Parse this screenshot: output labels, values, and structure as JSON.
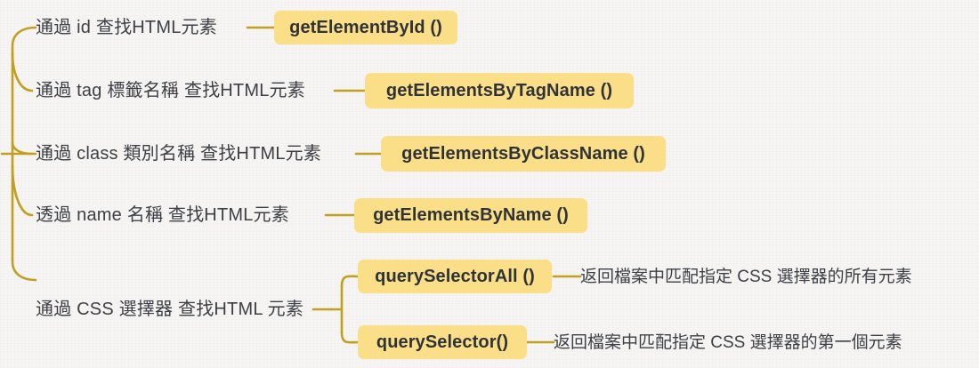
{
  "diagram": {
    "title_semantic": "javascript-dom-element-selection-methods",
    "colors": {
      "background": "#f6f5f3",
      "connector": "#c2a01f",
      "badge_fill": "#fbdf88",
      "text": "#3c3f44",
      "badge_text": "#2f3338"
    },
    "branches": [
      {
        "label": "通過 id 查找HTML元素",
        "method": "getElementById ()",
        "description": ""
      },
      {
        "label": "通過 tag 標籤名稱 查找HTML元素",
        "method": "getElementsByTagName ()",
        "description": ""
      },
      {
        "label": "通過 class 類別名稱 查找HTML元素",
        "method": "getElementsByClassName ()",
        "description": ""
      },
      {
        "label": "透過 name 名稱 查找HTML元素",
        "method": "getElementsByName ()",
        "description": ""
      },
      {
        "label": "通過 CSS 選擇器 查找HTML 元素",
        "method": "",
        "description": "",
        "children": [
          {
            "method": "querySelectorAll ()",
            "description": "返回檔案中匹配指定 CSS 選擇器的所有元素"
          },
          {
            "method": "querySelector()",
            "description": "返回檔案中匹配指定 CSS 選擇器的第一個元素"
          }
        ]
      }
    ]
  }
}
